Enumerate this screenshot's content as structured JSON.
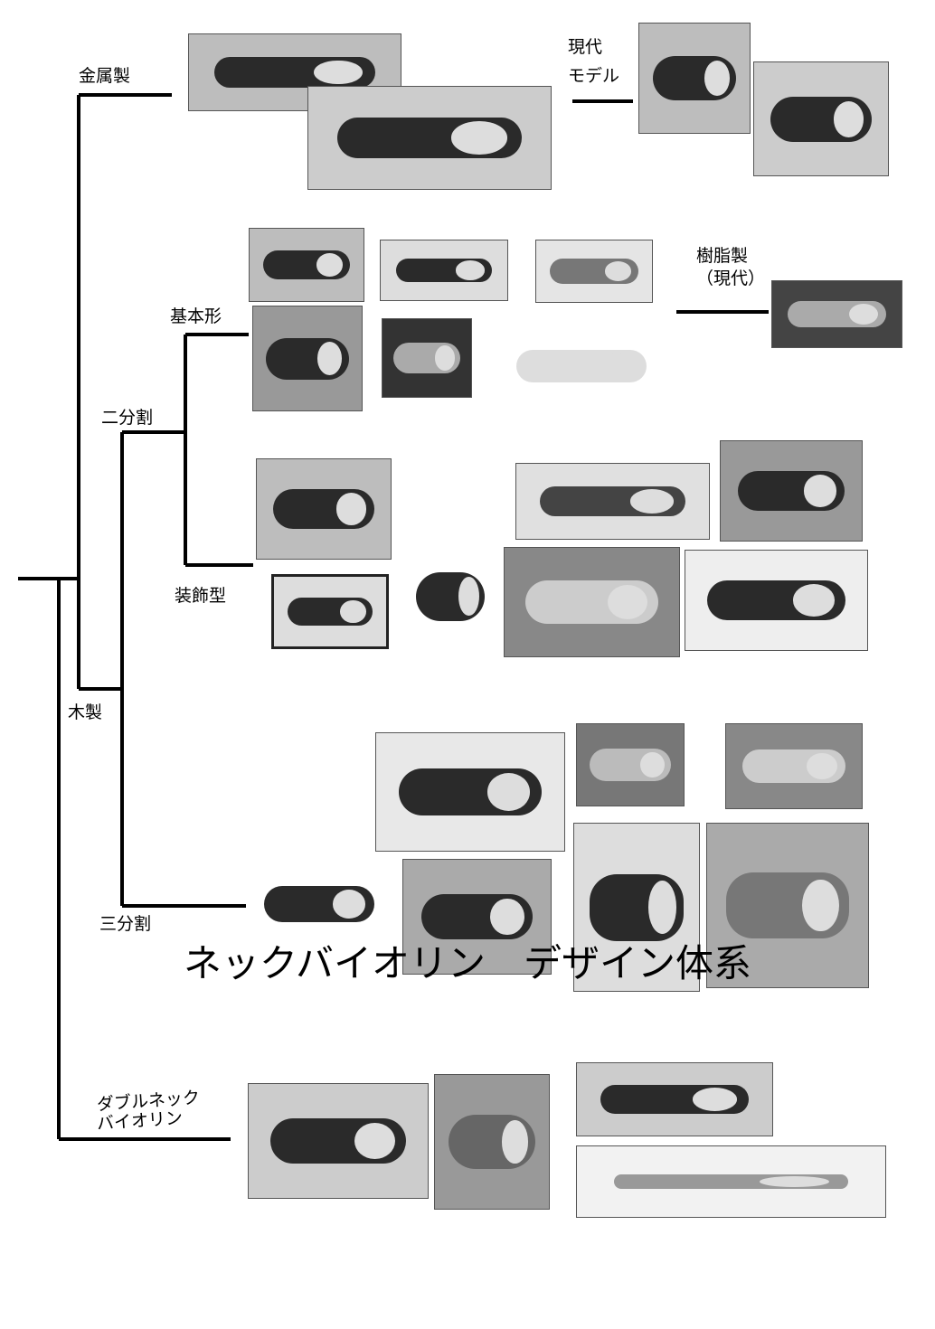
{
  "title": "ネックバイオリン　デザイン体系",
  "labels": {
    "metal": "金属製",
    "modern_model_1": "現代",
    "modern_model_2": "モデル",
    "resin_1": "樹脂製",
    "resin_2": "（現代）",
    "basic": "基本形",
    "two_part": "二分割",
    "decorative": "装飾型",
    "wooden": "木製",
    "three_part": "三分割",
    "double_1": "ダブルネック",
    "double_2": "バイオリン"
  }
}
